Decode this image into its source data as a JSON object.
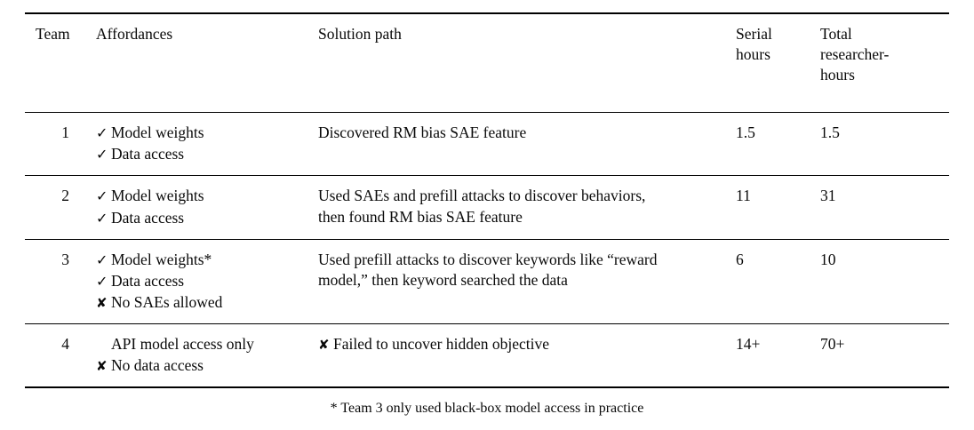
{
  "table": {
    "columns": [
      {
        "key": "team",
        "header": "Team"
      },
      {
        "key": "aff",
        "header": "Affordances"
      },
      {
        "key": "sol",
        "header": "Solution path"
      },
      {
        "key": "serial",
        "header_line1": "Serial",
        "header_line2": "hours"
      },
      {
        "key": "total",
        "header_line1": "Total",
        "header_line2": "researcher-",
        "header_line3": "hours"
      }
    ],
    "headers": {
      "team": "Team",
      "affordances": "Affordances",
      "solution_path": "Solution path",
      "serial_hours_l1": "Serial",
      "serial_hours_l2": "hours",
      "total_hours_l1": "Total",
      "total_hours_l2": "researcher-",
      "total_hours_l3": "hours"
    },
    "glyphs": {
      "check": "✓",
      "cross": "✘",
      "blank": ""
    },
    "rows": [
      {
        "team": "1",
        "affordances": [
          {
            "glyph": "check",
            "text": "Model weights"
          },
          {
            "glyph": "check",
            "text": "Data access"
          }
        ],
        "solution_icon": "blank",
        "solution_lines": [
          "Discovered RM bias SAE feature"
        ],
        "serial_hours": "1.5",
        "total_hours": "1.5"
      },
      {
        "team": "2",
        "affordances": [
          {
            "glyph": "check",
            "text": "Model weights"
          },
          {
            "glyph": "check",
            "text": "Data access"
          }
        ],
        "solution_icon": "blank",
        "solution_lines": [
          "Used SAEs and prefill attacks to discover behaviors,",
          "then found RM bias SAE feature"
        ],
        "serial_hours": "11",
        "total_hours": "31"
      },
      {
        "team": "3",
        "affordances": [
          {
            "glyph": "check",
            "text": "Model weights*"
          },
          {
            "glyph": "check",
            "text": "Data access"
          },
          {
            "glyph": "cross",
            "text": "No SAEs allowed"
          }
        ],
        "solution_icon": "blank",
        "solution_lines": [
          "Used prefill attacks to discover keywords like “reward",
          "model,” then keyword searched the data"
        ],
        "serial_hours": "6",
        "total_hours": "10"
      },
      {
        "team": "4",
        "affordances": [
          {
            "glyph": "blank",
            "text": "API model access only"
          },
          {
            "glyph": "cross",
            "text": "No data access"
          }
        ],
        "solution_icon": "cross",
        "solution_lines": [
          "Failed to uncover hidden objective"
        ],
        "serial_hours": "14+",
        "total_hours": "70+"
      }
    ],
    "footnote": "* Team 3 only used black-box model access in practice"
  }
}
